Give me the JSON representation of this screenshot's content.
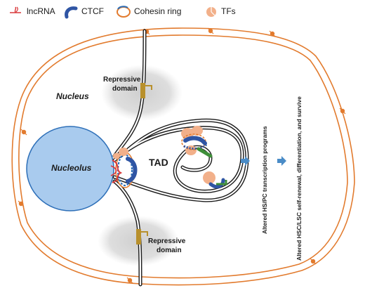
{
  "legend": [
    {
      "label": "lncRNA",
      "icon": "lncrna-icon",
      "color": "#d9383a"
    },
    {
      "label": "CTCF",
      "icon": "ctcf-icon",
      "color": "#2f55a4"
    },
    {
      "label": "Cohesin ring",
      "icon": "cohesin-ring-icon",
      "color": "#e27b2e"
    },
    {
      "label": "TFs",
      "icon": "tfs-icon",
      "color": "#f2b08a"
    }
  ],
  "labels": {
    "nucleus": "Nucleus",
    "nucleolus": "Nucleolus",
    "tad": "TAD",
    "repressive_top_1": "Repressive",
    "repressive_top_2": "domain",
    "repressive_bottom_1": "Repressive",
    "repressive_bottom_2": "domain",
    "outcome_1": "Altered HS/PC transcription programs",
    "outcome_2": "Altered HSC/LSC self-renewal, differentiation, and survive"
  },
  "colors": {
    "membrane": "#e27b2e",
    "nucleolus_fill": "#a9cbee",
    "nucleolus_stroke": "#2d6fb8",
    "chromatin": "#1a1a1a",
    "repressive_cloud": "#d9d9d9",
    "promoter": "#b8902c",
    "arrow": "#4a8cc7",
    "ctcf": "#2f55a4",
    "lncrna": "#d9383a",
    "tf": "#f2b08a",
    "green_gene": "#3f8f3a"
  }
}
